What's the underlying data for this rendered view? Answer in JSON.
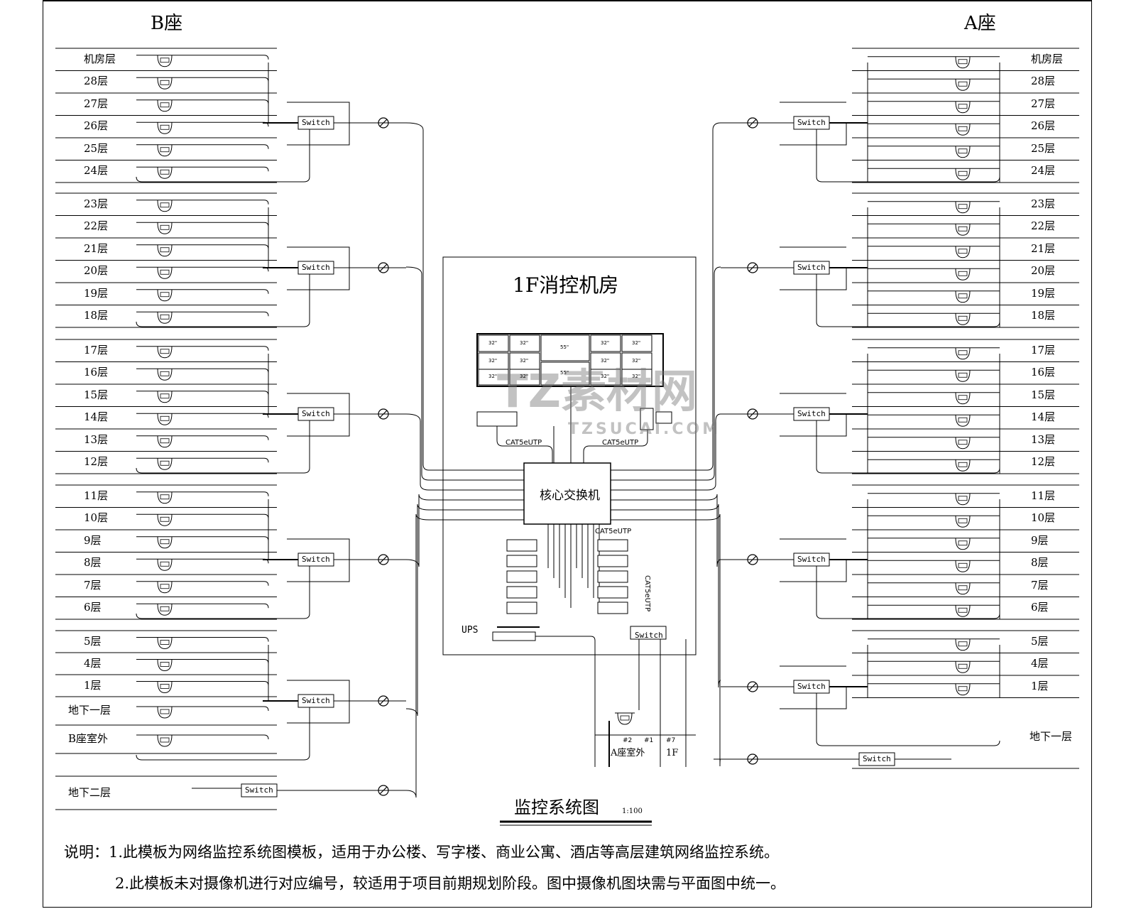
{
  "titles": {
    "tower_b": "B座",
    "tower_a": "A座",
    "control_room": "1F消控机房",
    "core_switch": "核心交换机",
    "diagram_title": "监控系统图",
    "scale": "1:100"
  },
  "tower_b": {
    "groups": [
      {
        "floors": [
          "机房层",
          "28层",
          "27层",
          "26层",
          "25层",
          "24层"
        ],
        "switch_label": "Switch"
      },
      {
        "floors": [
          "23层",
          "22层",
          "21层",
          "20层",
          "19层",
          "18层"
        ],
        "switch_label": "Switch"
      },
      {
        "floors": [
          "17层",
          "16层",
          "15层",
          "14层",
          "13层",
          "12层"
        ],
        "switch_label": "Switch"
      },
      {
        "floors": [
          "11层",
          "10层",
          "9层",
          "8层",
          "7层",
          "6层"
        ],
        "switch_label": "Switch"
      },
      {
        "floors": [
          "5层",
          "4层",
          "1层",
          "地下一层",
          "B座室外"
        ],
        "switch_label": "Switch"
      },
      {
        "floors": [
          "地下二层"
        ],
        "switch_label": "Switch"
      }
    ]
  },
  "tower_a": {
    "groups": [
      {
        "floors": [
          "机房层",
          "28层",
          "27层",
          "26层",
          "25层",
          "24层"
        ],
        "switch_label": "Switch"
      },
      {
        "floors": [
          "23层",
          "22层",
          "21层",
          "20层",
          "19层",
          "18层"
        ],
        "switch_label": "Switch"
      },
      {
        "floors": [
          "17层",
          "16层",
          "15层",
          "14层",
          "13层",
          "12层"
        ],
        "switch_label": "Switch"
      },
      {
        "floors": [
          "11层",
          "10层",
          "9层",
          "8层",
          "7层",
          "6层"
        ],
        "switch_label": "Switch"
      },
      {
        "floors": [
          "5层",
          "4层",
          "1层"
        ],
        "switch_label": "Switch"
      },
      {
        "floors": [
          "地下一层"
        ],
        "switch_label": "Switch"
      }
    ]
  },
  "control_room": {
    "video_wall": [
      "32\"",
      "32\"",
      "55\"",
      "32\"",
      "32\"",
      "32\"",
      "32\"",
      "32\"",
      "32\"",
      "32\"",
      "32\"",
      "55\"",
      "32\"",
      "32\""
    ],
    "cable_left": "CAT5eUTP",
    "cable_right": "CAT5eUTP",
    "cable_bottom": "CAT5eUTP",
    "cable_vertical": "CAT5eUTP",
    "ups": "UPS",
    "switch_label": "Switch",
    "outdoor_a": "A座室外",
    "outdoor_1f": "1F",
    "cam_tags": [
      "#2",
      "#1",
      "#7"
    ]
  },
  "notes": {
    "line1": "说明：1.此模板为网络监控系统图模板，适用于办公楼、写字楼、商业公寓、酒店等高层建筑网络监控系统。",
    "line2": "2.此模板未对摄像机进行对应编号，较适用于项目前期规划阶段。图中摄像机图块需与平面图中统一。"
  },
  "watermark": {
    "main": "TZ素材网",
    "sub": "TZSUCAI.COM"
  }
}
